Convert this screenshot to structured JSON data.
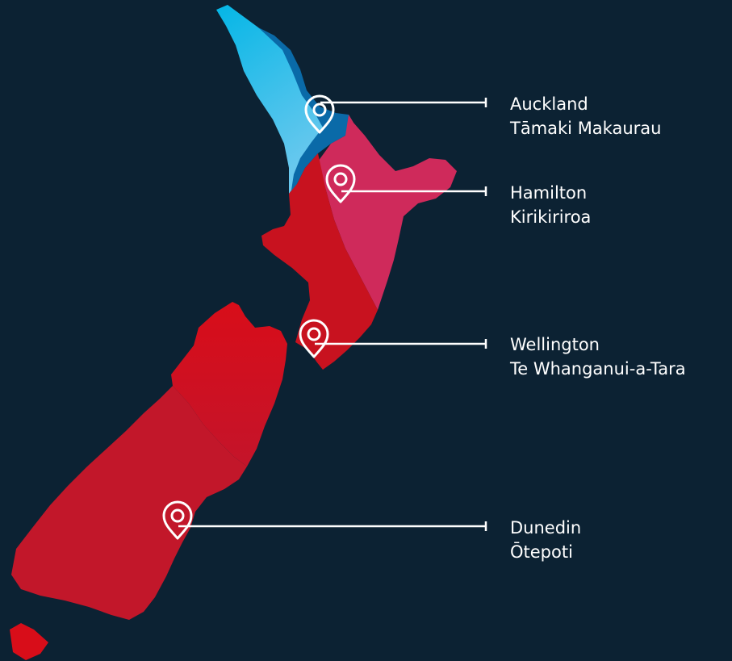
{
  "colors": {
    "background": "#0c2233",
    "auckland_light": "#5fc4ec",
    "auckland_dark": "#0a6aa8",
    "hamilton": "#cf2a5b",
    "wellington": "#c8121f",
    "south_island": "#d80d19",
    "south_island_shadow": "#c0172a",
    "marker": "#ffffff",
    "leader_line": "#ffffff"
  },
  "locations": [
    {
      "id": "auckland",
      "name": "Auckland",
      "maori_name": "Tāmaki Makaurau",
      "icon": "map-pin-icon"
    },
    {
      "id": "hamilton",
      "name": "Hamilton",
      "maori_name": "Kirikiriroa",
      "icon": "map-pin-icon"
    },
    {
      "id": "wellington",
      "name": "Wellington",
      "maori_name": "Te Whanganui-a-Tara",
      "icon": "map-pin-icon"
    },
    {
      "id": "dunedin",
      "name": "Dunedin",
      "maori_name": "Ōtepoti",
      "icon": "map-pin-icon"
    }
  ]
}
